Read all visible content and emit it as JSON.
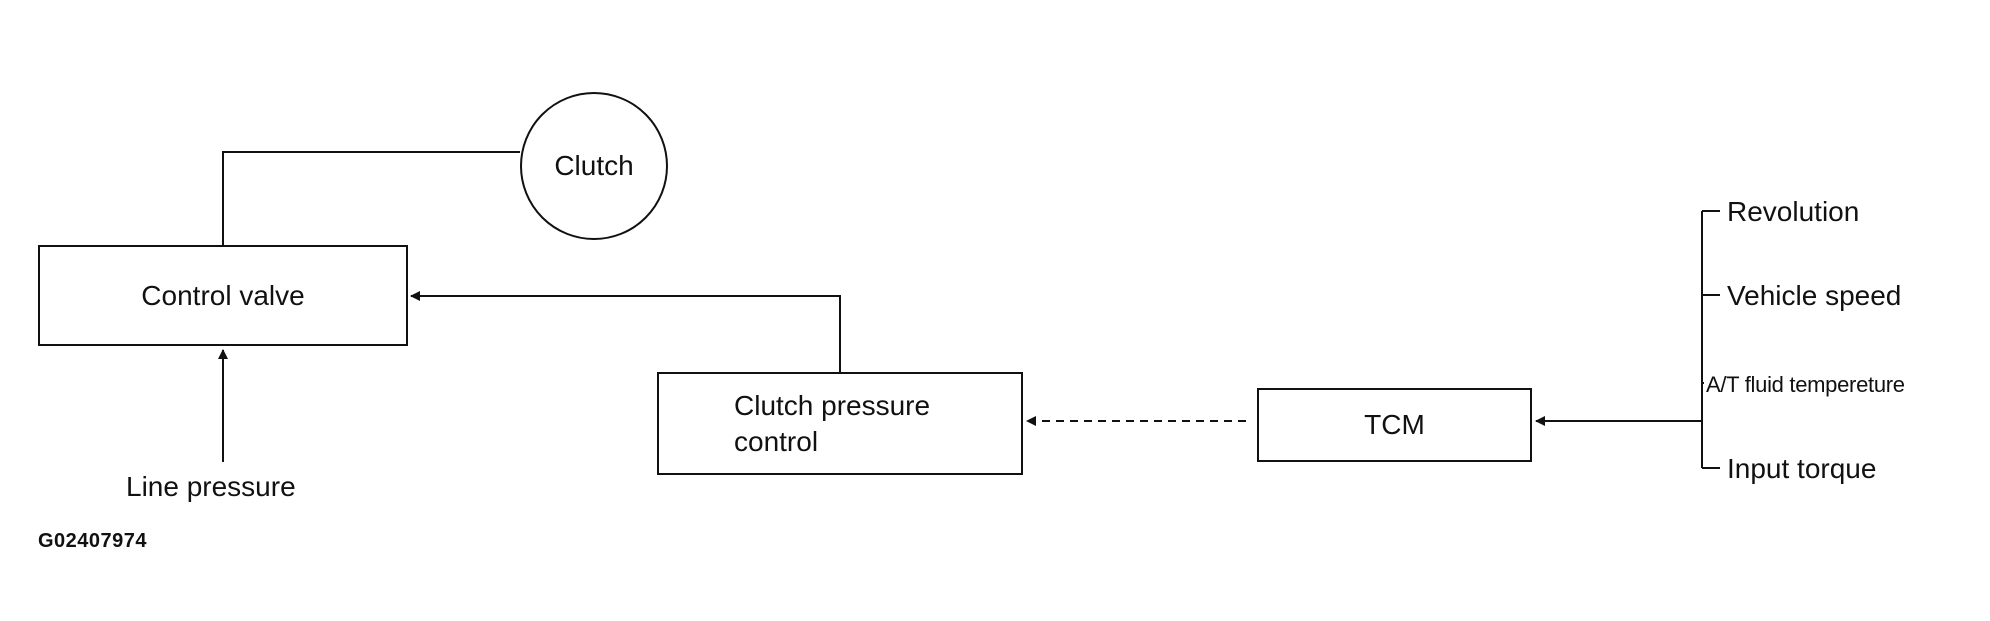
{
  "diagram": {
    "nodes": {
      "control_valve": "Control valve",
      "clutch": "Clutch",
      "clutch_pressure_control": "Clutch pressure\ncontrol",
      "tcm": "TCM"
    },
    "line_pressure_label": "Line pressure",
    "tcm_inputs": [
      "Revolution",
      "Vehicle speed",
      "A/T fluid tempereture",
      "Input torque"
    ],
    "figure_id": "G02407974",
    "connections": [
      {
        "from": "clutch",
        "to": "control_valve",
        "style": "solid",
        "arrow": false
      },
      {
        "from": "line_pressure",
        "to": "control_valve",
        "style": "solid",
        "arrow": true
      },
      {
        "from": "clutch_pressure_control",
        "to": "control_valve",
        "style": "solid",
        "arrow": true
      },
      {
        "from": "tcm",
        "to": "clutch_pressure_control",
        "style": "dashed",
        "arrow": true
      },
      {
        "from": "tcm_inputs",
        "to": "tcm",
        "style": "solid",
        "arrow": true
      }
    ]
  }
}
